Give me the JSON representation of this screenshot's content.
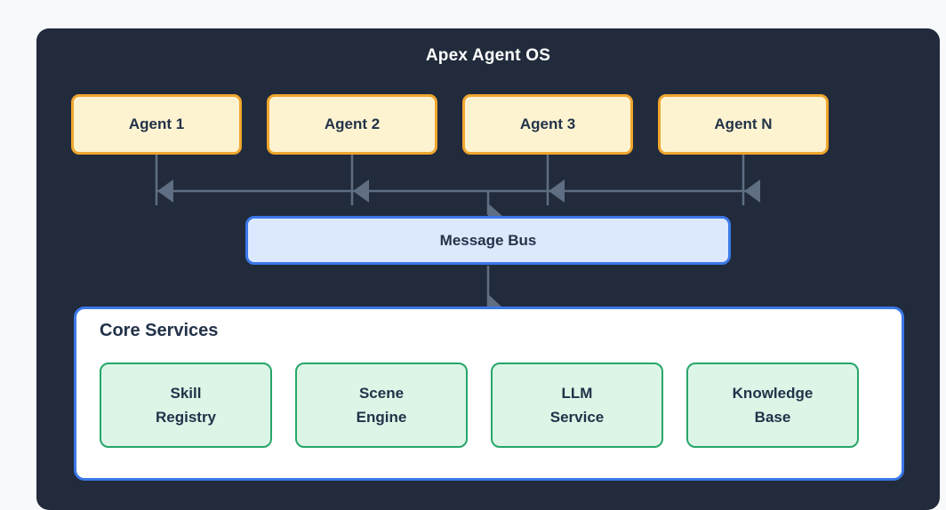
{
  "diagram": {
    "title": "Apex Agent OS",
    "agents": [
      {
        "label": "Agent 1"
      },
      {
        "label": "Agent 2"
      },
      {
        "label": "Agent 3"
      },
      {
        "label": "Agent N"
      }
    ],
    "message_bus": {
      "label": "Message Bus"
    },
    "core_services": {
      "title": "Core Services",
      "services": [
        {
          "label": "Skill Registry",
          "lines": [
            "Skill",
            "Registry"
          ]
        },
        {
          "label": "Scene Engine",
          "lines": [
            "Scene",
            "Engine"
          ]
        },
        {
          "label": "LLM Service",
          "lines": [
            "LLM",
            "Service"
          ]
        },
        {
          "label": "Knowledge Base",
          "lines": [
            "Knowledge",
            "Base"
          ]
        }
      ]
    },
    "colors": {
      "page_background": "#f8f9fa",
      "canvas_background": "#212b3c",
      "title_text": "#ffffff",
      "label_text": "#233249",
      "agent_fill": "#fdf3d0",
      "agent_border": "#f0a62e",
      "bus_fill": "#dce8fd",
      "bus_border": "#3b78e8",
      "core_fill": "#ffffff",
      "core_border": "#3b78e8",
      "service_fill": "#dcf5e6",
      "service_border": "#26a66a",
      "connector": "#5f6e82"
    }
  }
}
